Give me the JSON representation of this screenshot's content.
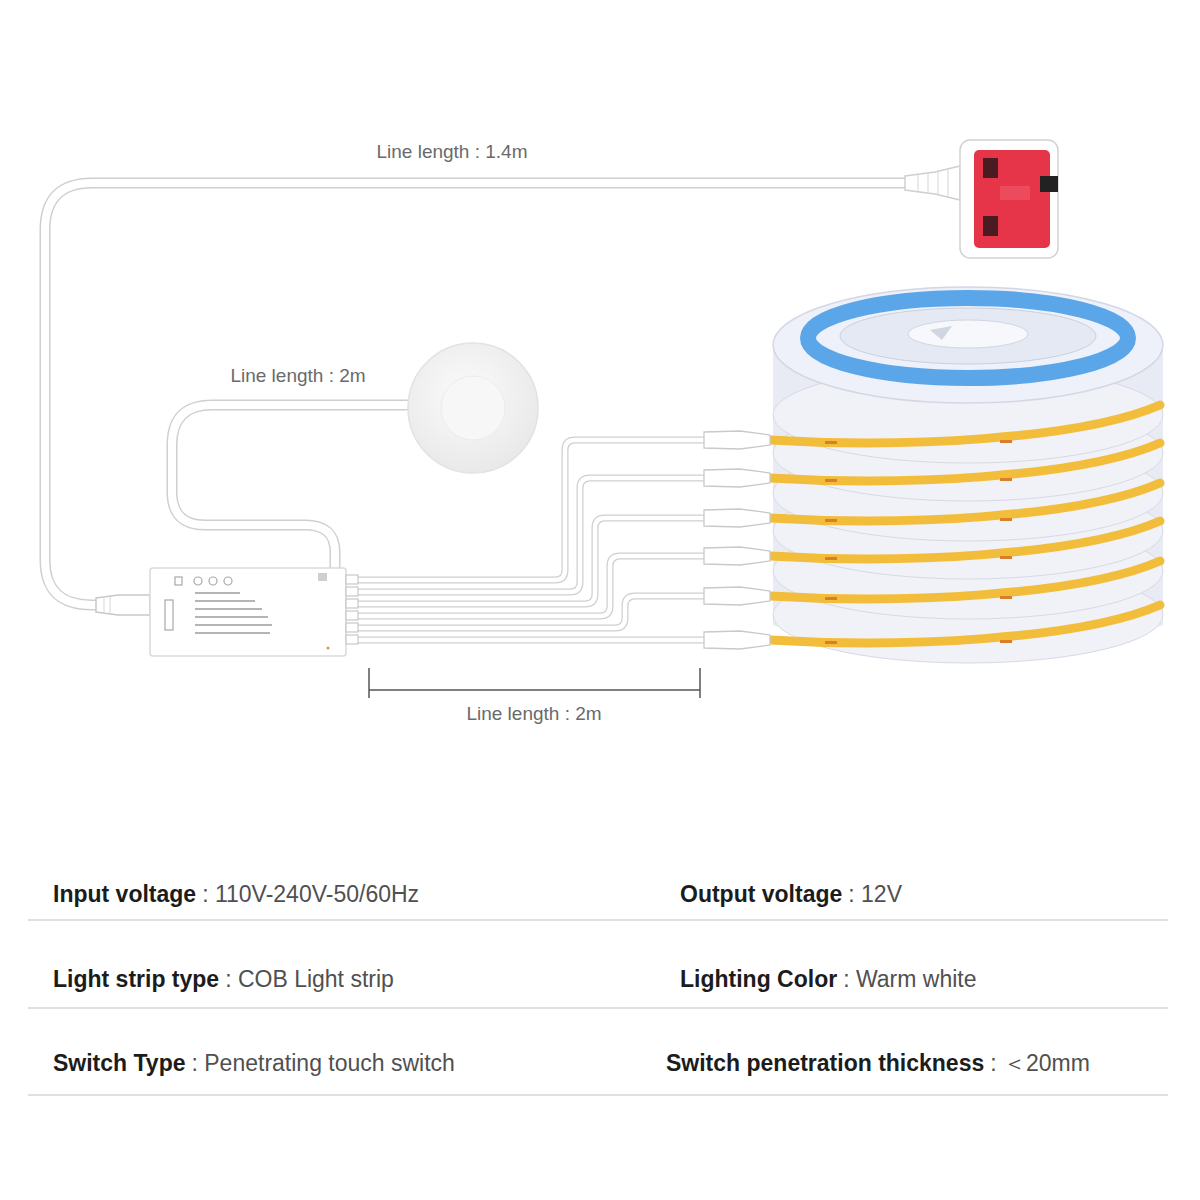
{
  "diagram": {
    "labels": [
      "Line length : 1.4m",
      "Line length : 2m",
      "Line length : 2m",
      "Input voltage",
      ": 110V-240V-50/60Hz",
      "Output voltage",
      ": 12V",
      "Light strip type",
      ": COB Light strip",
      "Lighting Color",
      ": Warm white",
      "Switch Type",
      ": Penetrating touch switch",
      "Switch penetration thickness",
      ": ＜20mm"
    ]
  }
}
